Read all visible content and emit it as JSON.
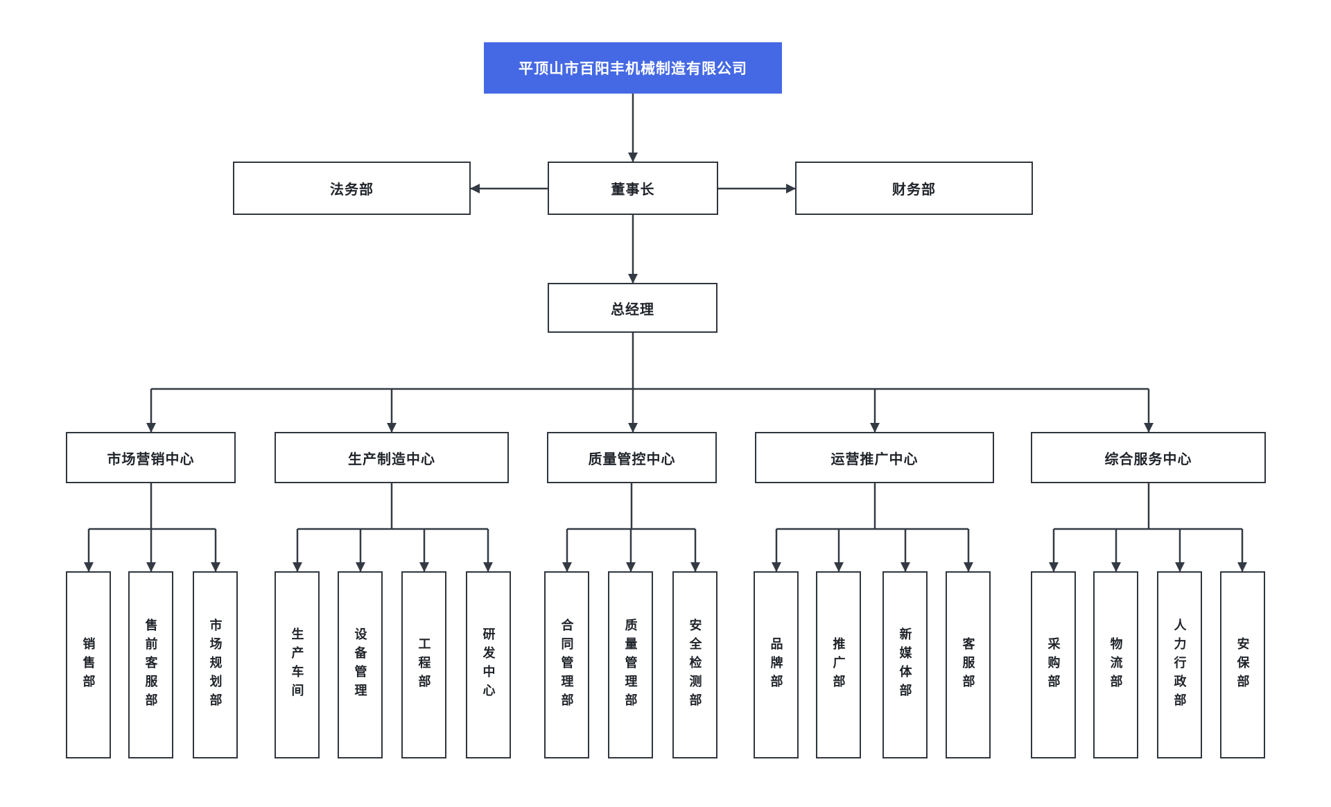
{
  "company": {
    "name": "平顶山市百阳丰机械制造有限公司"
  },
  "executives": {
    "legal": "法务部",
    "chairman": "董事长",
    "finance": "财务部",
    "general_manager": "总经理"
  },
  "centers": [
    {
      "label": "市场营销中心",
      "departments": [
        "销售部",
        "售前客服部",
        "市场规划部"
      ]
    },
    {
      "label": "生产制造中心",
      "departments": [
        "生产车间",
        "设备管理",
        "工程部",
        "研发中心"
      ]
    },
    {
      "label": "质量管控中心",
      "departments": [
        "合同管理部",
        "质量管理部",
        "安全检测部"
      ]
    },
    {
      "label": "运营推广中心",
      "departments": [
        "品牌部",
        "推广部",
        "新媒体部",
        "客服部"
      ]
    },
    {
      "label": "综合服务中心",
      "departments": [
        "采购部",
        "物流部",
        "人力行政部",
        "安保部"
      ]
    }
  ],
  "colors": {
    "title_bg": "#4569E4",
    "title_text": "#FFFFFF",
    "box_border": "#2F353E",
    "line": "#333A43",
    "text": "#1F2329",
    "canvas_bg": "#FFFFFF"
  }
}
